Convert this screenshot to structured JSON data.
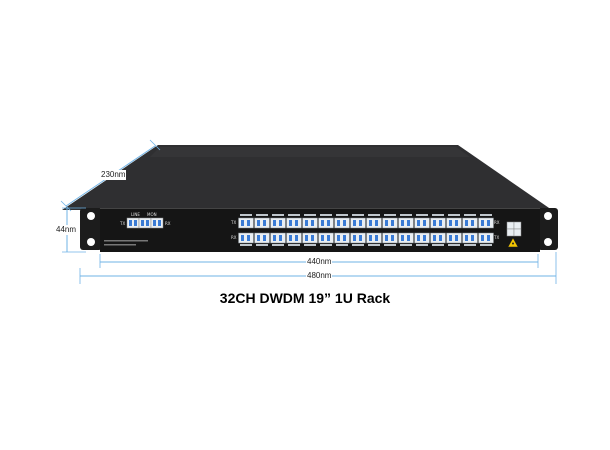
{
  "dimensions": {
    "depth": "230nm",
    "height": "44nm",
    "panel_width": "440nm",
    "rack_width": "480nm"
  },
  "caption": "32CH DWDM 19” 1U Rack",
  "panel": {
    "line_label": "LINE",
    "mon_label": "MON",
    "tx_label": "TX",
    "rx_label": "RX",
    "port_count": 16,
    "port_rows": 2
  },
  "colors": {
    "chassis_top": "#2f2f31",
    "front_panel": "#151515",
    "port_face": "#e9eef2",
    "port_blue": "#3a7bd5",
    "warning_yellow": "#f2c400"
  },
  "icons": [
    "laser-warning-icon",
    "rack-ear-icon"
  ]
}
